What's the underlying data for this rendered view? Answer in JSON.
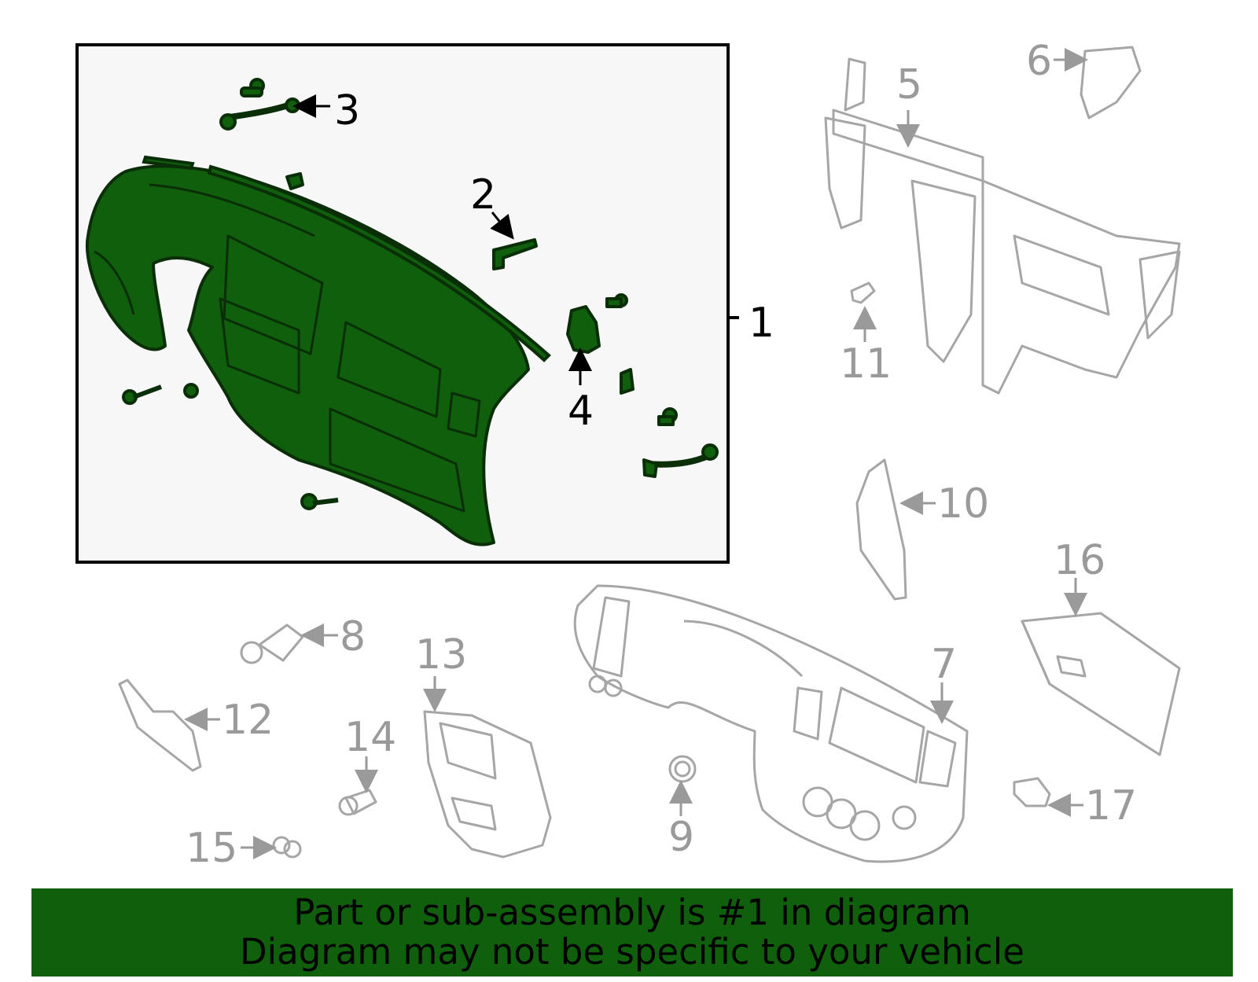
{
  "colors": {
    "highlight_fill": "#0f5f0c",
    "highlight_stroke": "#0a2e08",
    "other_parts": "#a6a6a6",
    "callout_main": "#000000",
    "callout_other": "#9a9a9a",
    "banner_bg": "#0f5f0c",
    "highlight_box_bg": "#f7f7f7"
  },
  "callouts": {
    "c1": "1",
    "c2": "2",
    "c3": "3",
    "c4": "4",
    "c5": "5",
    "c6": "6",
    "c7": "7",
    "c8": "8",
    "c9": "9",
    "c10": "10",
    "c11": "11",
    "c12": "12",
    "c13": "13",
    "c14": "14",
    "c15": "15",
    "c16": "16",
    "c17": "17"
  },
  "banner": {
    "line1": "Part or sub-assembly is #1 in diagram",
    "line2": "Diagram may not be specific to your vehicle"
  }
}
